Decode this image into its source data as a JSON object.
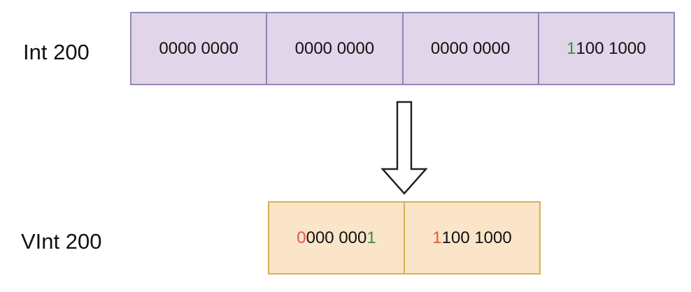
{
  "int_label": "Int 200",
  "int_bytes": [
    {
      "hl": "",
      "rest": "0000 0000",
      "trail": ""
    },
    {
      "hl": "",
      "rest": "0000 0000",
      "trail": ""
    },
    {
      "hl": "",
      "rest": "0000 0000",
      "trail": ""
    },
    {
      "hl": "1",
      "rest": "100 1000",
      "trail": ""
    }
  ],
  "vint_label": "VInt 200",
  "vint_bytes": [
    {
      "hl": "0",
      "rest": "000 000",
      "trail": "1"
    },
    {
      "hl": "1",
      "rest": "100 1000",
      "trail": ""
    }
  ],
  "colors": {
    "int_fill": "#e0d5e9",
    "int_border": "#9187b4",
    "vint_fill": "#fbe5c9",
    "vint_border": "#d6b251",
    "highlight_green": "#3a8b4c",
    "highlight_red": "#e25744"
  },
  "arrow_icon": "down-arrow-icon"
}
